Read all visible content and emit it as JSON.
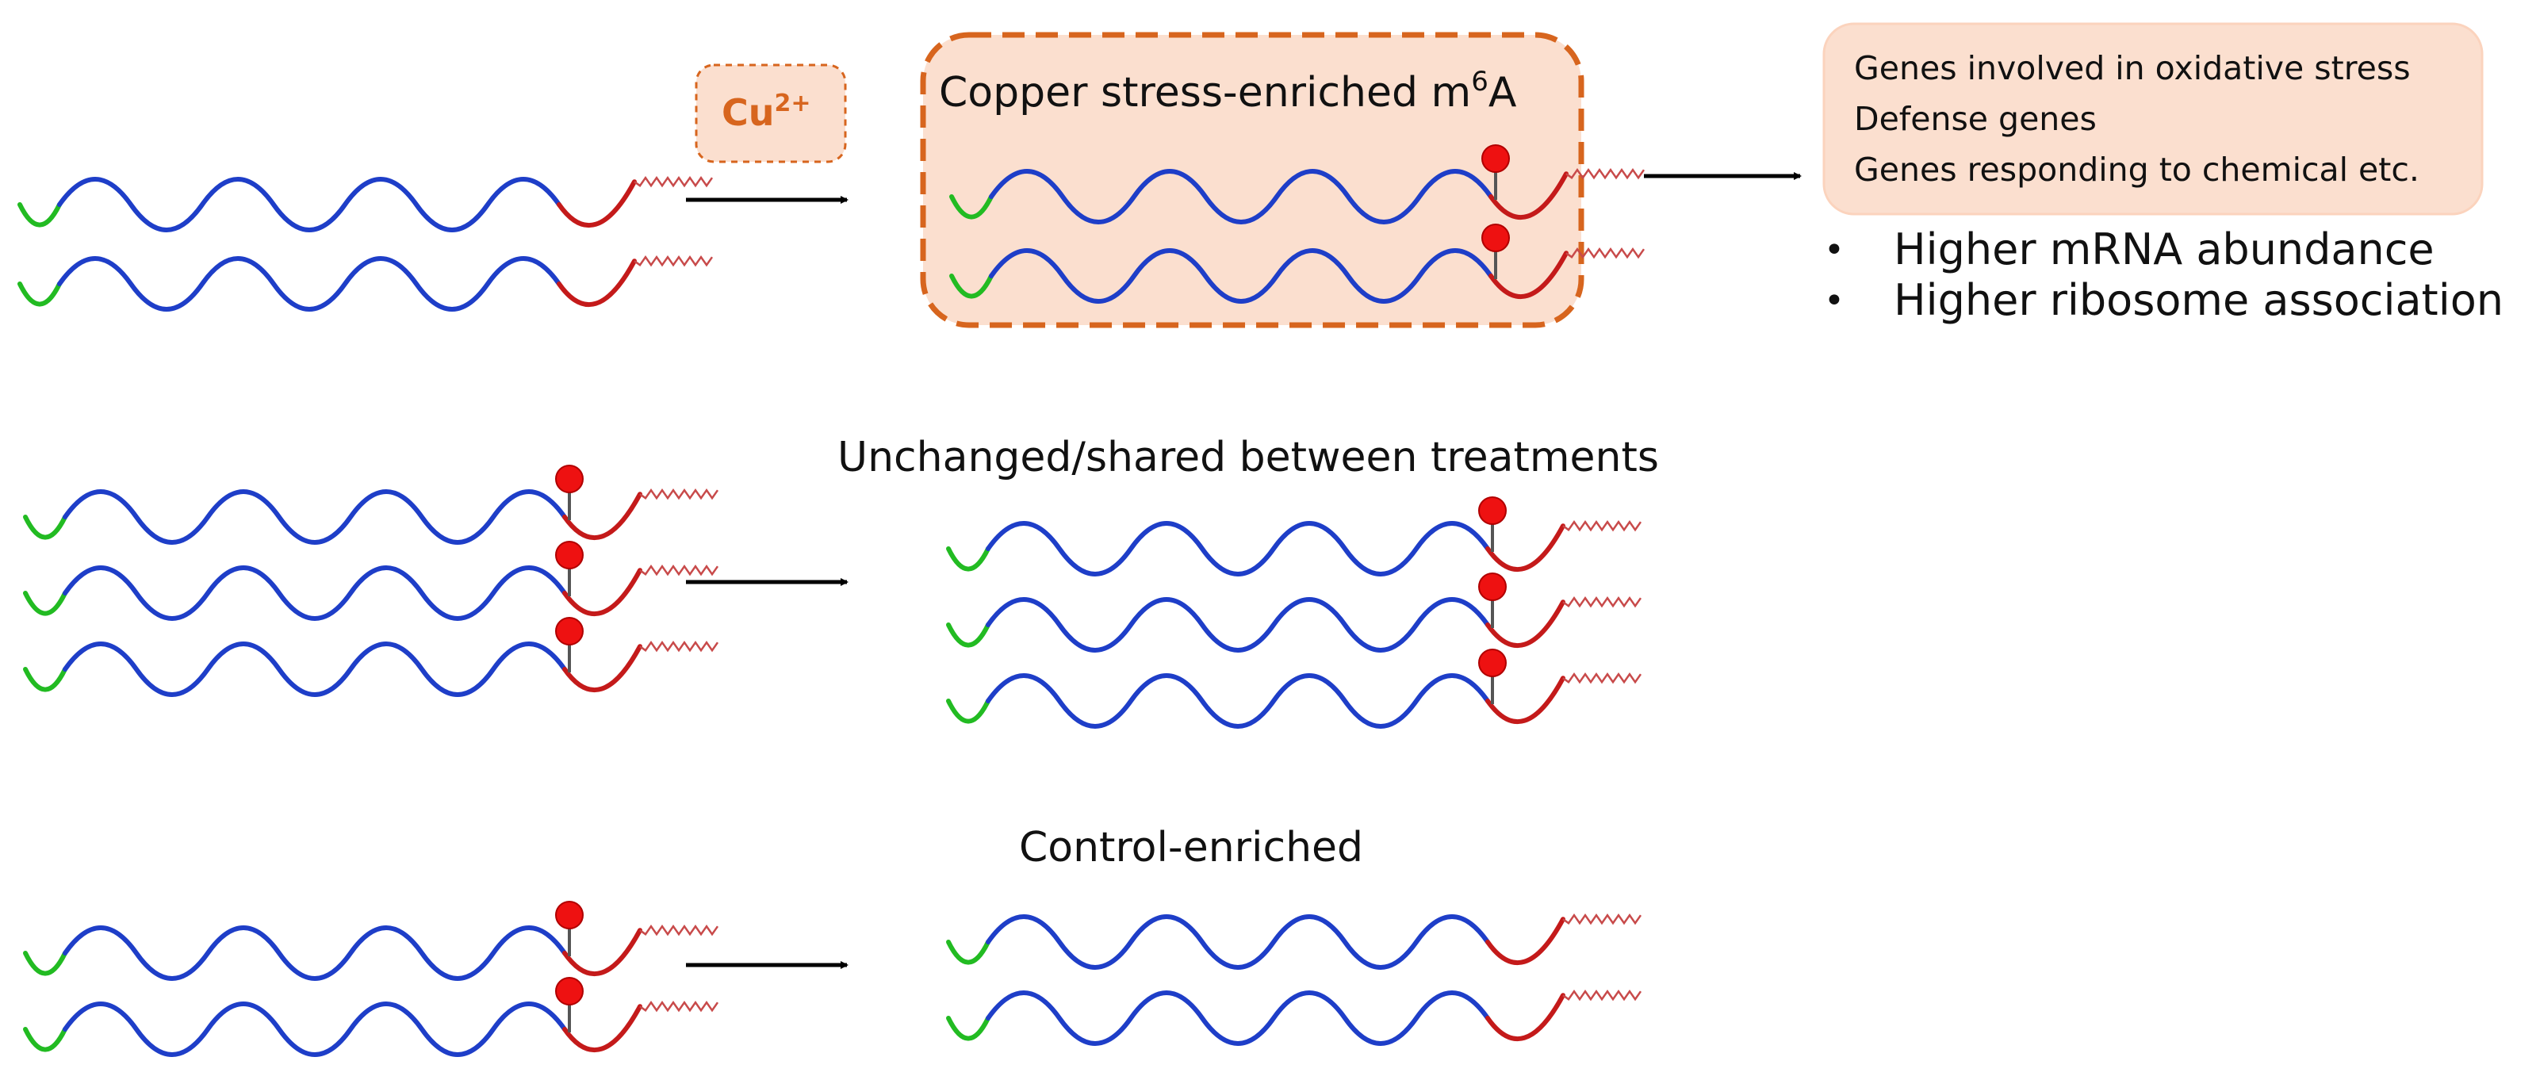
{
  "colors": {
    "five_prime": "#22bb22",
    "cds": "#1e3ec8",
    "three_prime": "#c41a1a",
    "polyA": "#c84a4a",
    "m6a": "#ee1111",
    "accent": "#d7651e",
    "box_fill": "#fbdfcf",
    "arrow": "#000000"
  },
  "treatment": {
    "label": "Cu",
    "superscript": "2+"
  },
  "groups": [
    {
      "id": "copper-enriched",
      "title": "Copper stress-enriched m",
      "title_superscript": "6",
      "title_suffix": "A",
      "before_transcripts": 2,
      "before_modified": false,
      "after_transcripts": 2,
      "after_modified": true
    },
    {
      "id": "shared",
      "title": "Unchanged/shared between treatments",
      "before_transcripts": 3,
      "before_modified": true,
      "after_transcripts": 3,
      "after_modified": true
    },
    {
      "id": "control-enriched",
      "title": "Control-enriched",
      "before_transcripts": 2,
      "before_modified": true,
      "after_transcripts": 2,
      "after_modified": false
    }
  ],
  "outcome": {
    "gene_categories": [
      "Genes involved in oxidative stress",
      "Defense genes",
      "Genes responding to chemical etc."
    ],
    "effects": [
      "Higher mRNA abundance",
      "Higher ribosome association"
    ],
    "bullet": "•"
  }
}
